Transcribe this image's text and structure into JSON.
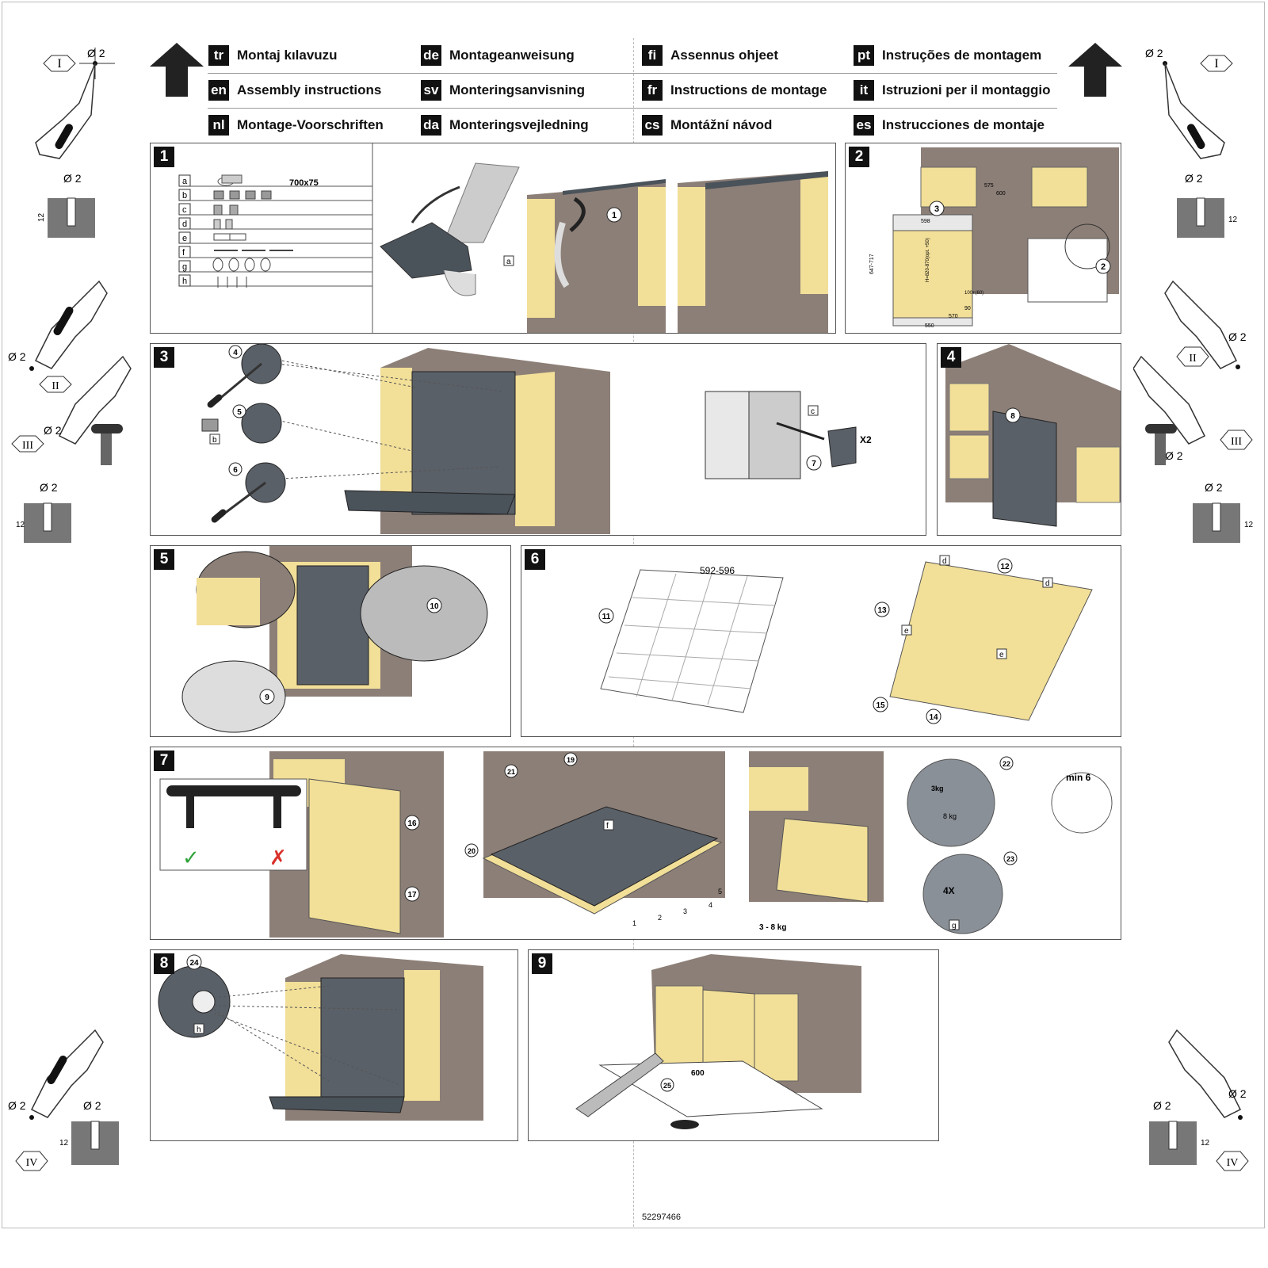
{
  "header": {
    "languages": [
      {
        "code": "tr",
        "name": "Montaj kılavuzu"
      },
      {
        "code": "de",
        "name": "Montageanweisung"
      },
      {
        "code": "fi",
        "name": "Assennus ohjeet"
      },
      {
        "code": "pt",
        "name": "Instruções de montagem"
      },
      {
        "code": "en",
        "name": "Assembly instructions"
      },
      {
        "code": "sv",
        "name": "Monteringsanvisning"
      },
      {
        "code": "fr",
        "name": "Instructions de montage"
      },
      {
        "code": "it",
        "name": "Istruzioni per il montaggio"
      },
      {
        "code": "nl",
        "name": "Montage-Voorschriften"
      },
      {
        "code": "da",
        "name": "Monteringsvejledning"
      },
      {
        "code": "cs",
        "name": "Montážní návod"
      },
      {
        "code": "es",
        "name": "Instrucciones de montaje"
      }
    ]
  },
  "side": {
    "roman": [
      "I",
      "II",
      "III",
      "IV"
    ],
    "drill_diameter": "Ø 2",
    "hole_depth": "12"
  },
  "steps": {
    "s1": {
      "num": "1",
      "parts": [
        "a",
        "b",
        "c",
        "d",
        "e",
        "f",
        "g",
        "h"
      ],
      "strip_size": "700x75",
      "callout_a": "a",
      "step_marker": "1"
    },
    "s2": {
      "num": "2",
      "markers": [
        "3",
        "2"
      ],
      "dims": [
        "598",
        "575",
        "600",
        "647-717",
        "H=820-870(opt. +50)",
        "100+(60)",
        "570",
        "90",
        "550"
      ]
    },
    "s3": {
      "num": "3",
      "markers": [
        "4",
        "5",
        "6",
        "7"
      ],
      "part_b": "b",
      "part_c": "c",
      "times": "X2"
    },
    "s4": {
      "num": "4",
      "marker": "8"
    },
    "s5": {
      "num": "5",
      "markers": [
        "9",
        "10"
      ]
    },
    "s6": {
      "num": "6",
      "width_dim": "592-596",
      "markers": [
        "11",
        "12",
        "13",
        "14",
        "15"
      ],
      "parts": [
        "d",
        "d",
        "e",
        "e"
      ]
    },
    "s7": {
      "num": "7",
      "markers": [
        "16",
        "17",
        "19",
        "20",
        "21",
        "22",
        "23"
      ],
      "part_f": "f",
      "part_g": "g",
      "count": "4X",
      "min_label": "min 6",
      "weights": [
        "3kg",
        "8 kg"
      ],
      "door_weight": "3 - 8 kg",
      "layers": [
        "1",
        "2",
        "3",
        "4",
        "5"
      ]
    },
    "s8": {
      "num": "8",
      "marker": "24",
      "part_h": "h"
    },
    "s9": {
      "num": "9",
      "marker": "25",
      "length": "600"
    }
  },
  "footer": {
    "doc_number": "52297466"
  },
  "colors": {
    "wood": "#f2df98",
    "counter": "#8c7f77",
    "appliance": "#5a6068",
    "ink": "#111111"
  }
}
